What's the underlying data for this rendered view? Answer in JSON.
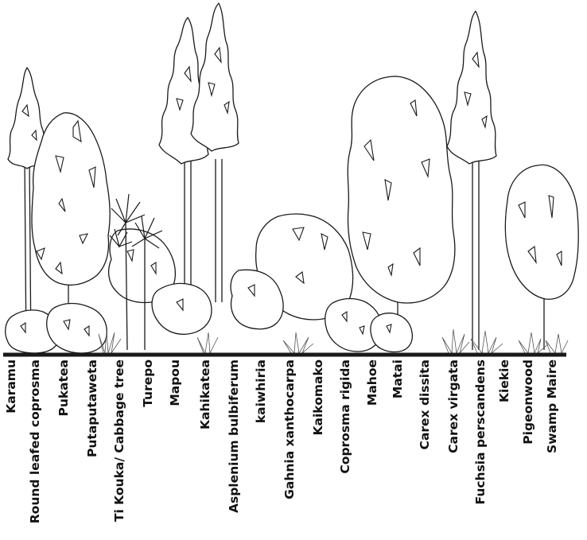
{
  "species": [
    "Karamu",
    "Round leafed coprosma",
    "Pukatea",
    "Putaputaweta",
    "Ti Kouka/ Cabbage tree",
    "Turepo",
    "Mapou",
    "Kahikatea",
    "Asplenium bulbiferum",
    "kaiwhiria",
    "Gahnia xanthocarpa",
    "Kaikomako",
    "Coprosma rigida",
    "Mahoe",
    "Matai",
    "Carex dissita",
    "Carex virgata",
    "Fuchsia perscandens",
    "Kiekie",
    "Pigeonwood",
    "Swamp Maire"
  ]
}
